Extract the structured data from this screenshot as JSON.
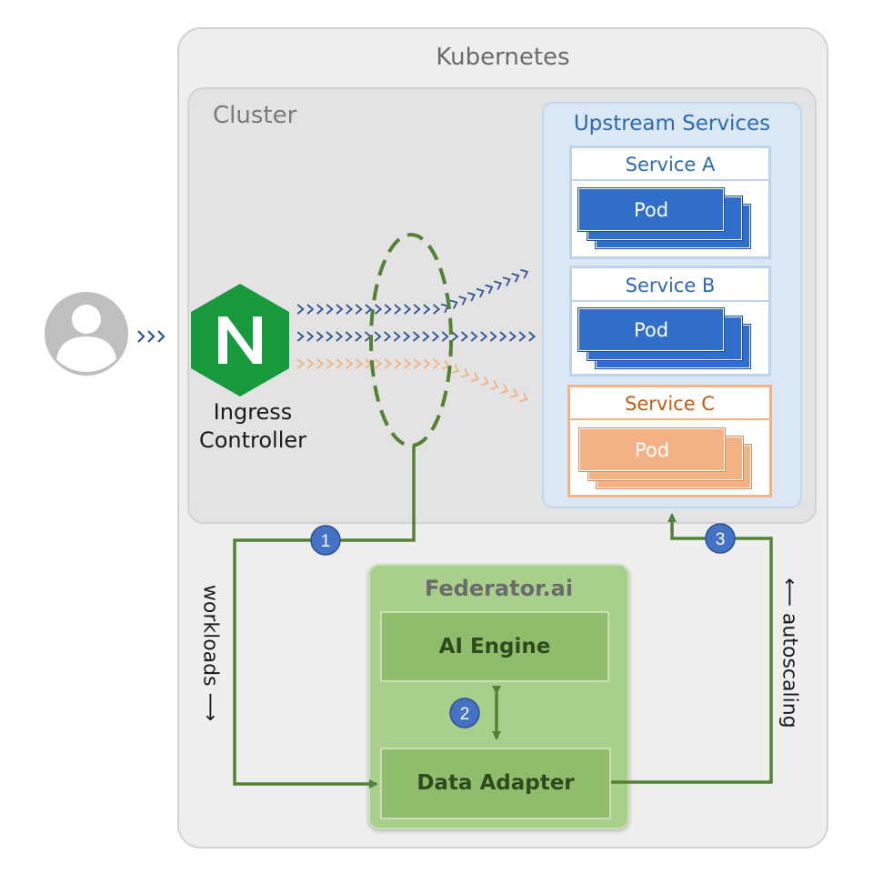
{
  "kubernetes": {
    "title": "Kubernetes"
  },
  "cluster": {
    "title": "Cluster"
  },
  "user": {
    "icon": "user-avatar-icon"
  },
  "ingress": {
    "logo_letter": "N",
    "label_line1": "Ingress",
    "label_line2": "Controller",
    "logo_color": "#169a3c"
  },
  "upstream": {
    "title": "Upstream Services",
    "services": [
      {
        "name": "Service A",
        "pod_label": "Pod",
        "color": "#2f6fc9"
      },
      {
        "name": "Service B",
        "pod_label": "Pod",
        "color": "#2f6fc9"
      },
      {
        "name": "Service C",
        "pod_label": "Pod",
        "color": "#f4b183"
      }
    ]
  },
  "federator": {
    "title": "Federator.ai",
    "ai_engine": "AI Engine",
    "data_adapter": "Data Adapter"
  },
  "steps": [
    "1",
    "2",
    "3"
  ],
  "labels": {
    "workloads": "workloads",
    "autoscaling": "autoscaling"
  },
  "colors": {
    "flow_green": "#548235",
    "step_badge": "#4472c4",
    "traffic_blue": "#2f5597",
    "traffic_orange": "#f4b183"
  }
}
